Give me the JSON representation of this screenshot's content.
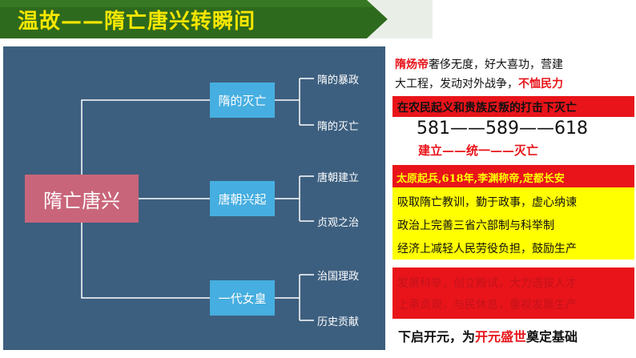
{
  "banner": {
    "title": "温故——隋亡唐兴转瞬间",
    "bg": "#2e6a1e",
    "text_color": "#f7e600"
  },
  "diagram": {
    "root": "隋亡唐兴",
    "branches": [
      {
        "label": "隋的灭亡",
        "items": [
          "隋的暴政",
          "隋的灭亡"
        ]
      },
      {
        "label": "唐朝兴起",
        "items": [
          "唐朝建立",
          "贞观之治"
        ]
      },
      {
        "label": "一代女皇",
        "items": [
          "治国理政",
          "历史贡献"
        ]
      }
    ]
  },
  "panel": {
    "sui_emperor": "隋炀帝",
    "sui_desc_1": "奢侈无度，好大喜功，营建",
    "sui_desc_2a": "大工程，发动对外战争，",
    "sui_desc_2b": "不恤民力",
    "fall_line": "在农民起义和贵族反叛的打击下灭亡",
    "timeline": "581——589——618",
    "timeline_labels": "建立——统一——灭亡",
    "tang_founding": "太原起兵,618年,李渊称帝,定都长安",
    "zhenguan_1": "吸取隋亡教训，勤于政事，虚心纳谏",
    "zhenguan_2": "政治上完善三省六部制与科举制",
    "zhenguan_3": "经济上减轻人民劳役负担，鼓励生产",
    "wu_1": "发展科举，创立殿试，大力选拔人才",
    "wu_2": "上承贞观，与民休息，重视发展生产",
    "conclusion_a": "下启开元，为",
    "conclusion_b": "开元盛世",
    "conclusion_c": "奠定基础"
  },
  "colors": {
    "red": "#e8141a",
    "yellow": "#ffff00",
    "node_blue": "#46aee0",
    "root_pink": "#c9657a",
    "panel_bg": "#3d5f7f"
  }
}
